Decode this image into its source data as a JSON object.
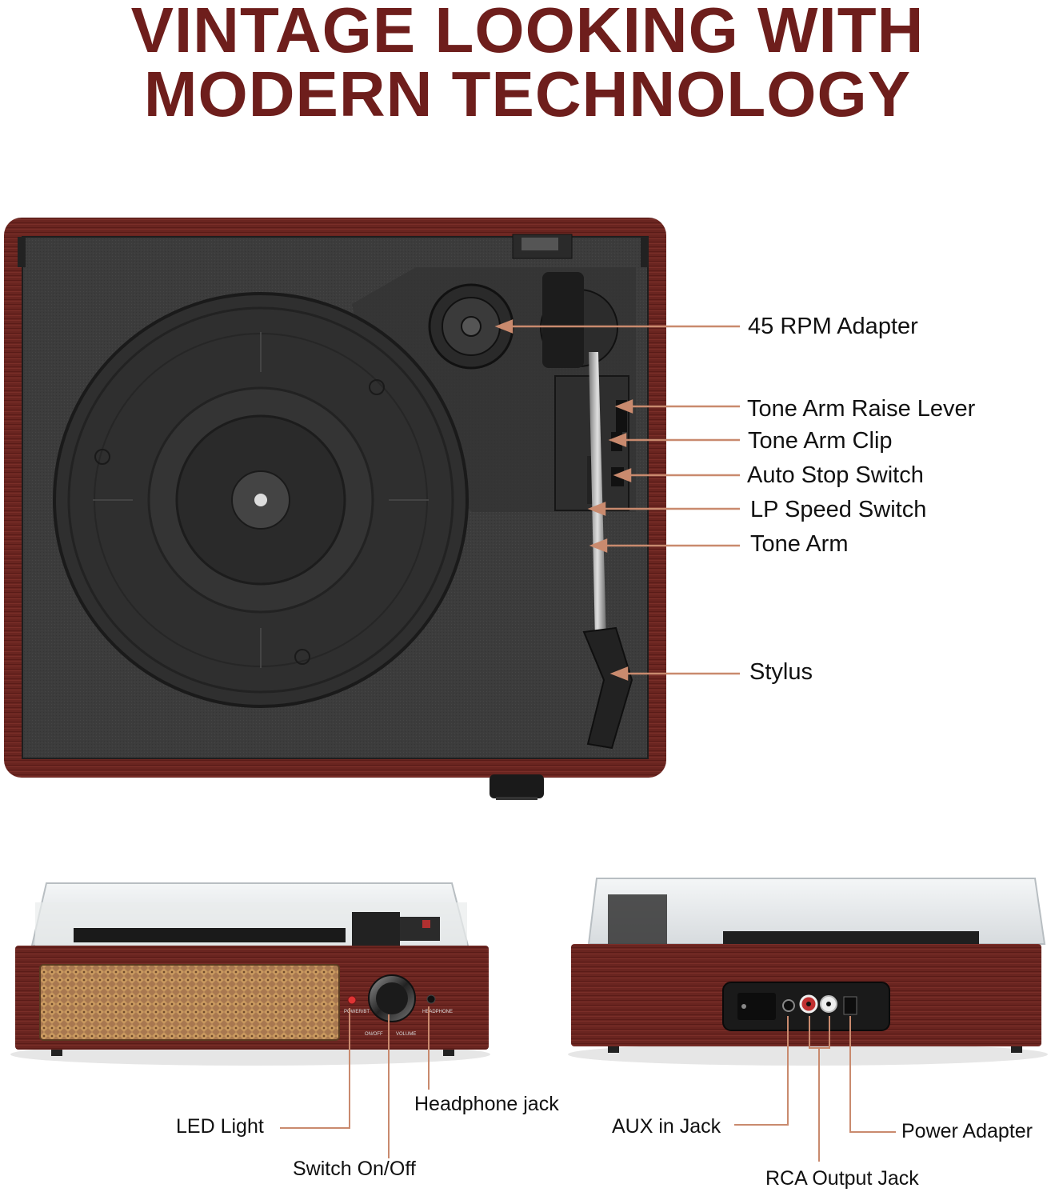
{
  "headline": {
    "line1": "VINTAGE LOOKING WITH",
    "line2": "MODERN TECHNOLOGY"
  },
  "colors": {
    "headline": "#6e1e1c",
    "wood": "#6a2520",
    "plinth": "#3d3d3d",
    "callout_line": "#c98a6e",
    "grille": "#b88a5c"
  },
  "top_view_labels": {
    "rpm_adapter": "45 RPM Adapter",
    "raise_lever": "Tone Arm Raise Lever",
    "arm_clip": "Tone Arm Clip",
    "auto_stop": "Auto Stop Switch",
    "lp_speed": "LP Speed Switch",
    "tone_arm": "Tone Arm",
    "stylus": "Stylus"
  },
  "front_view": {
    "labels": {
      "led": "LED Light",
      "headphone": "Headphone jack",
      "switch": "Switch On/Off"
    },
    "panel_text": {
      "power": "POWER/BT",
      "onoff": "ON/OFF",
      "volume": "VOLUME",
      "headphone": "HEADPHONE"
    }
  },
  "back_view": {
    "labels": {
      "aux": "AUX in Jack",
      "power": "Power Adapter",
      "rca": "RCA Output Jack"
    }
  }
}
